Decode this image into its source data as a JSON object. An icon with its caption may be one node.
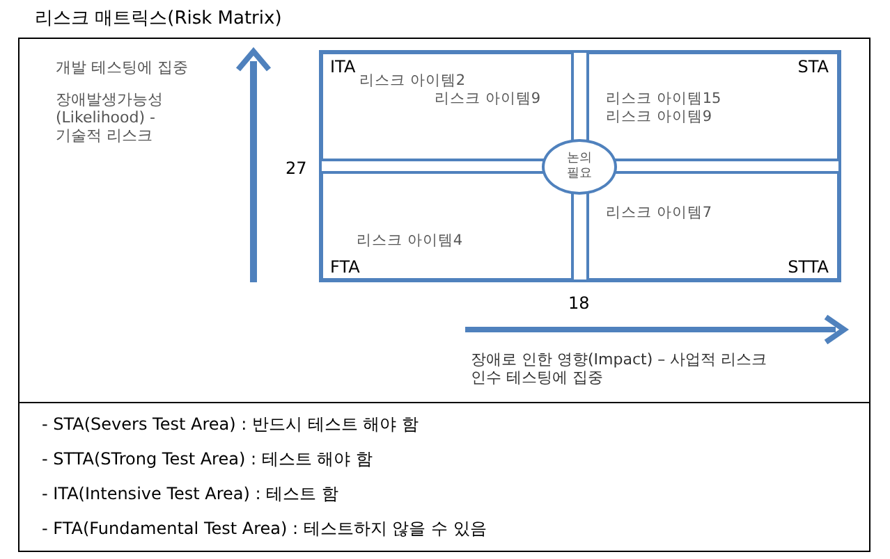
{
  "diagram": {
    "title": "리스크 매트릭스(Risk Matrix)",
    "nodes": [
      {
        "text": [
          "ITA",
          "리스크 아이템2",
          "리스크 아이템9"
        ]
      },
      {
        "text": [
          "STA",
          "리스크 아이템15",
          "리스크 아이템9"
        ]
      },
      {
        "text": [
          "리스크 아이템4",
          "FTA"
        ]
      },
      {
        "text": [
          "STTA",
          "리스크 아이템7"
        ]
      },
      {
        "text": [
          "논의 필요"
        ]
      }
    ],
    "edges": [],
    "labels": [
      "개발 테스팅에 집중",
      "장애발생가능성 (Likelihood) - 기술적 리스크",
      "27",
      "18",
      "장애로 인한 영향(Impact) – 사업적 리스크",
      "인수 테스팅에 집중",
      "- STA(Severs Test Area) : 반드시 테스트 해야 함",
      "- STTA(STrong Test Area) : 테스트 해야 함",
      "- ITA(Intensive Test Area) : 테스트 함",
      "- FTA(Fundamental Test Area) : 테스트하지 않을 수 있음"
    ]
  }
}
